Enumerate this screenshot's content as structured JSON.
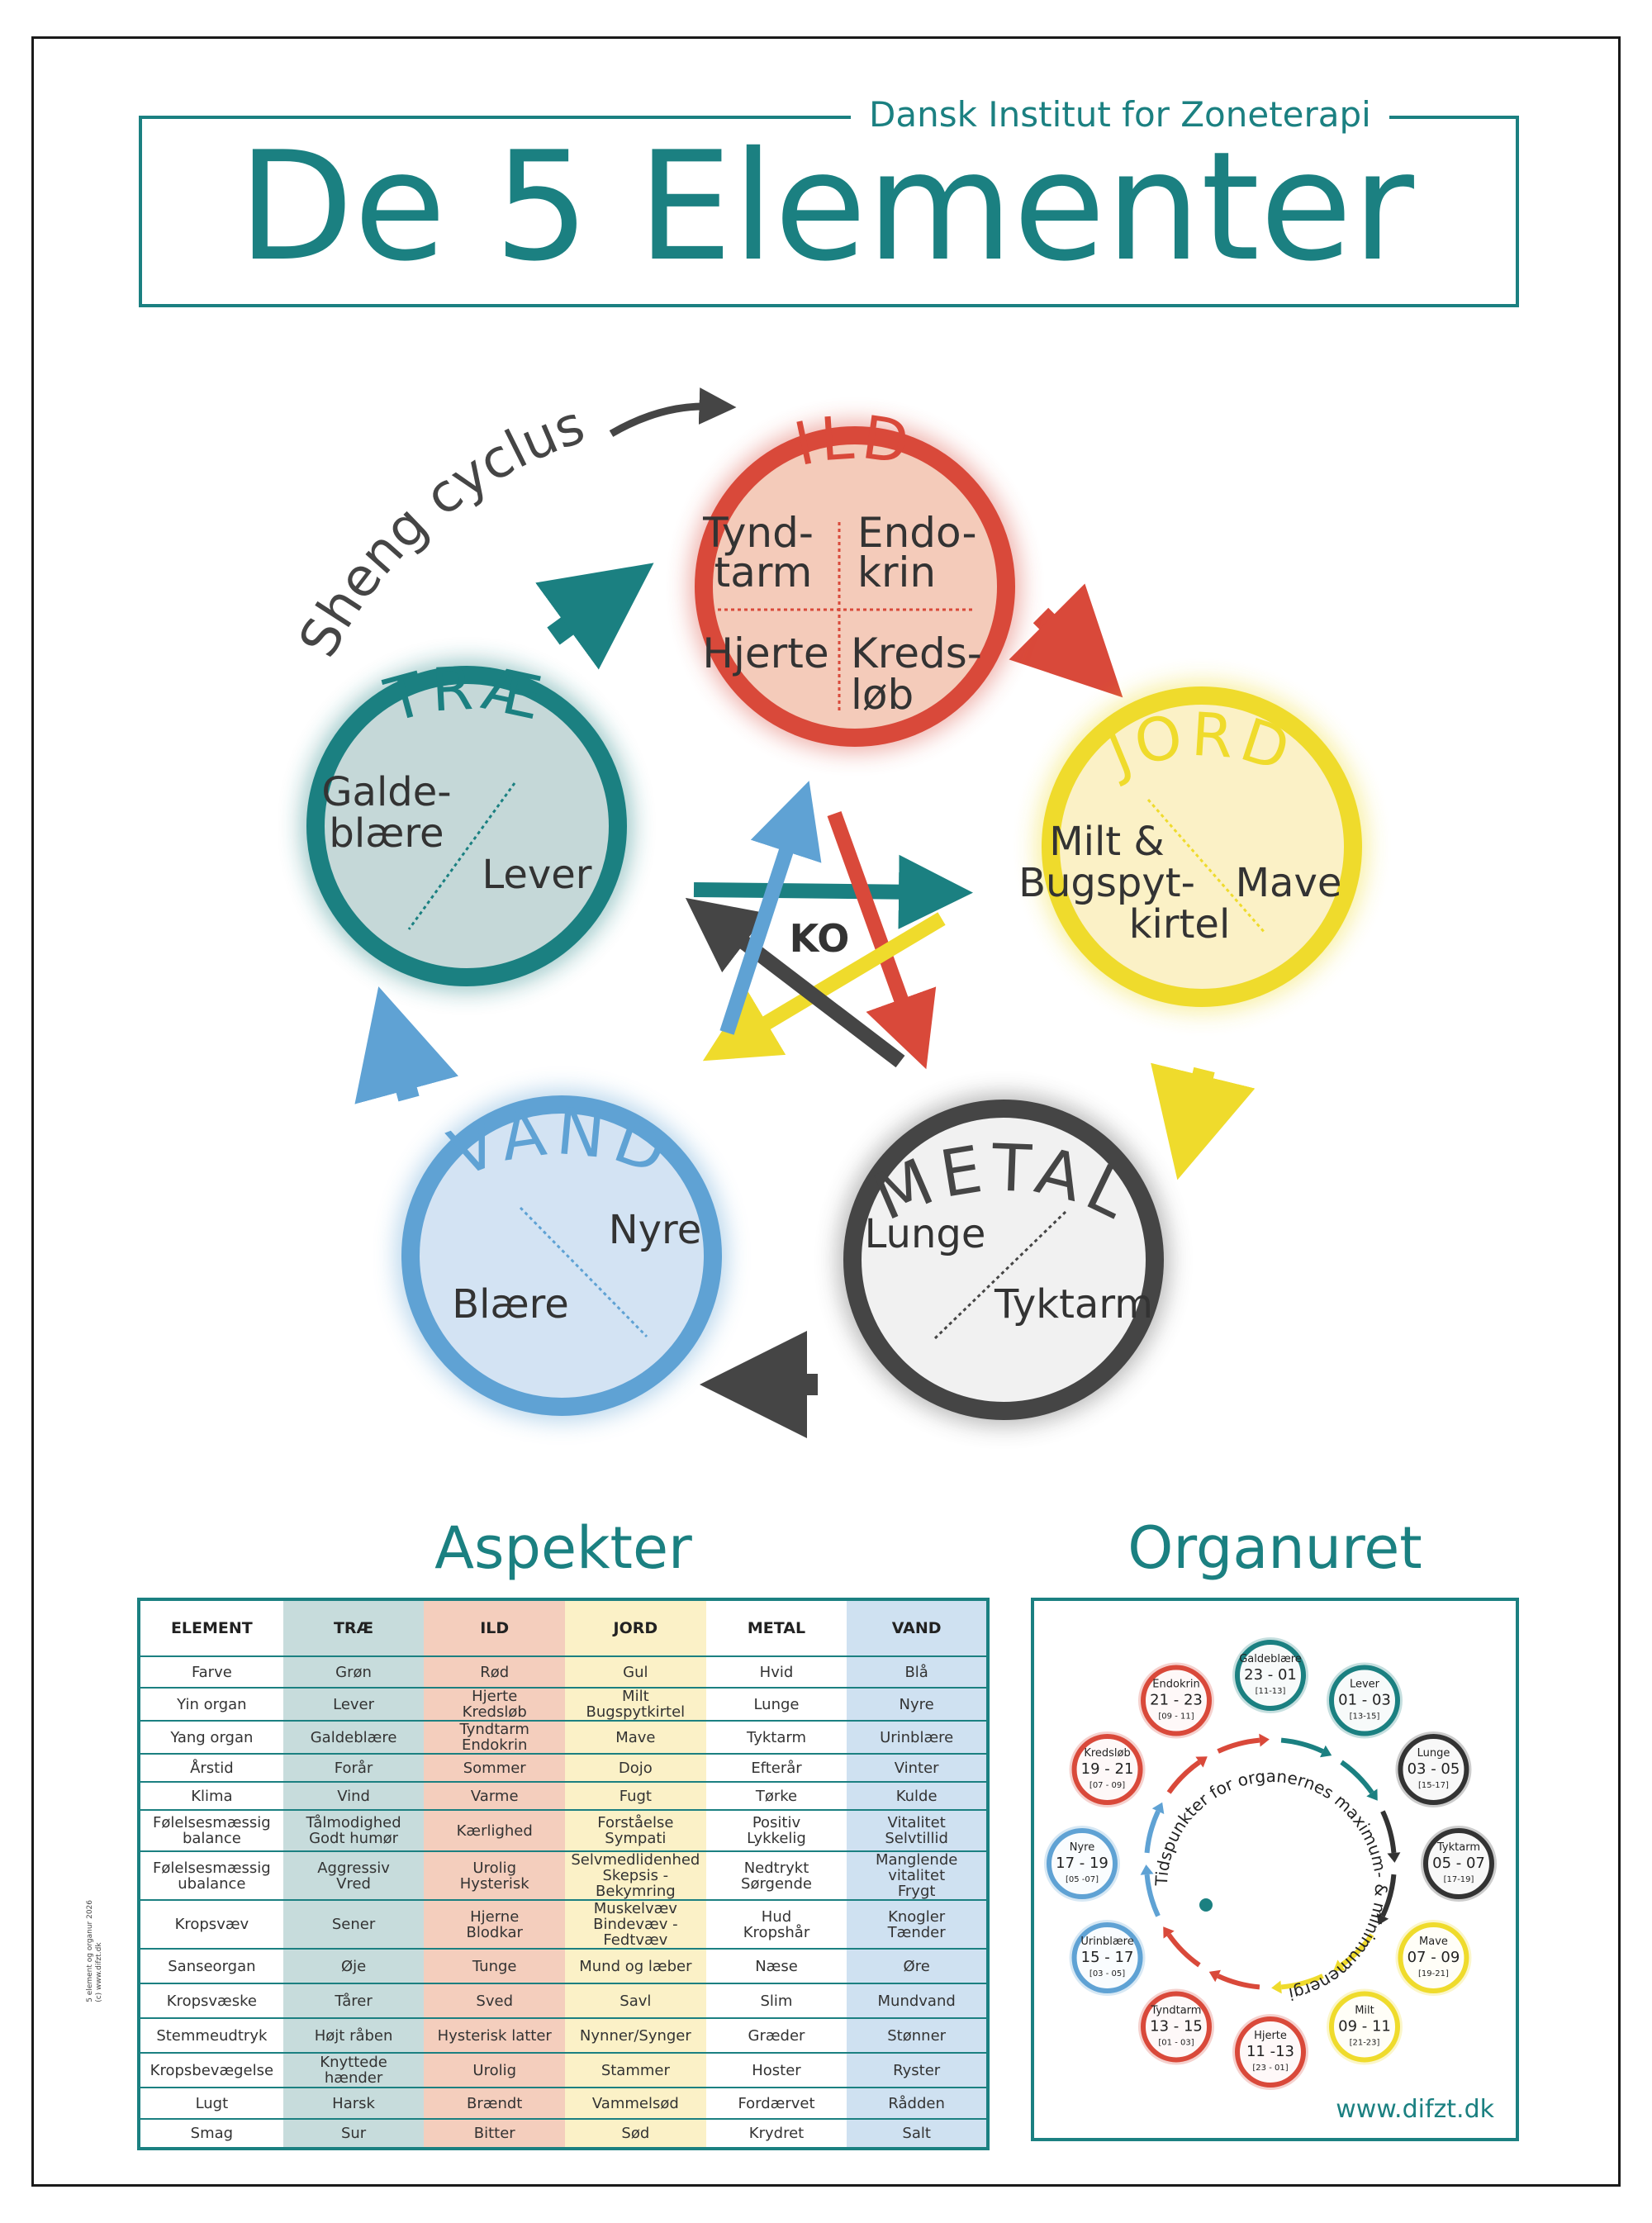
{
  "header": {
    "institute": "Dansk Institut for Zoneterapi",
    "title": "De 5 Elementer"
  },
  "diagram": {
    "sheng_label": "Sheng cyclus",
    "ko_label": "KO",
    "colors": {
      "trae": "#1b8081",
      "ild": "#d9493a",
      "jord": "#efdb2c",
      "metal": "#454545",
      "vand": "#5fa2d4"
    },
    "elements": {
      "ild": {
        "name": "ILD",
        "q1a": "Tynd-",
        "q1b": "tarm",
        "q2a": "Endo-",
        "q2b": "krin",
        "q3": "Hjerte",
        "q4a": "Kreds-",
        "q4b": "løb"
      },
      "jord": {
        "name": "JORD",
        "l1": "Milt &",
        "l2": "Bugspyt-",
        "l3": "kirtel",
        "r": "Mave"
      },
      "trae": {
        "name": "TRÆ",
        "l1": "Galde-",
        "l2": "blære",
        "r": "Lever"
      },
      "metal": {
        "name": "METAL",
        "l": "Lunge",
        "r": "Tyktarm"
      },
      "vand": {
        "name": "VAND",
        "r": "Nyre",
        "l": "Blære"
      }
    }
  },
  "aspekter": {
    "title": "Aspekter",
    "headers": [
      "ELEMENT",
      "TRÆ",
      "ILD",
      "JORD",
      "METAL",
      "VAND"
    ],
    "rows": [
      [
        "Farve",
        "Grøn",
        "Rød",
        "Gul",
        "Hvid",
        "Blå"
      ],
      [
        "Yin organ",
        "Lever",
        "Hjerte\nKredsløb",
        "Milt\nBugspytkirtel",
        "Lunge",
        "Nyre"
      ],
      [
        "Yang organ",
        "Galdeblære",
        "Tyndtarm\nEndokrin",
        "Mave",
        "Tyktarm",
        "Urinblære"
      ],
      [
        "Årstid",
        "Forår",
        "Sommer",
        "Dojo",
        "Efterår",
        "Vinter"
      ],
      [
        "Klima",
        "Vind",
        "Varme",
        "Fugt",
        "Tørke",
        "Kulde"
      ],
      [
        "Følelsesmæssig\nbalance",
        "Tålmodighed\nGodt humør",
        "Kærlighed",
        "Forståelse\nSympati",
        "Positiv\nLykkelig",
        "Vitalitet\nSelvtillid"
      ],
      [
        "Følelsesmæssig\nubalance",
        "Aggressiv\nVred",
        "Urolig\nHysterisk",
        "Selvmedlidenhed\nSkepsis - Bekymring",
        "Nedtrykt\nSørgende",
        "Manglende\nvitalitet\nFrygt"
      ],
      [
        "Kropsvæv",
        "Sener",
        "Hjerne\nBlodkar",
        "Muskelvæv\nBindevæv - Fedtvæv",
        "Hud\nKropshår",
        "Knogler\nTænder"
      ],
      [
        "Sanseorgan",
        "Øje",
        "Tunge",
        "Mund og læber",
        "Næse",
        "Øre"
      ],
      [
        "Kropsvæske",
        "Tårer",
        "Sved",
        "Savl",
        "Slim",
        "Mundvand"
      ],
      [
        "Stemmeudtryk",
        "Højt råben",
        "Hysterisk latter",
        "Nynner/Synger",
        "Græder",
        "Stønner"
      ],
      [
        "Kropsbevægelse",
        "Knyttede\nhænder",
        "Urolig",
        "Stammer",
        "Hoster",
        "Ryster"
      ],
      [
        "Lugt",
        "Harsk",
        "Brændt",
        "Vammelsød",
        "Fordærvet",
        "Rådden"
      ],
      [
        "Smag",
        "Sur",
        "Bitter",
        "Sød",
        "Krydret",
        "Salt"
      ]
    ]
  },
  "organuret": {
    "title": "Organuret",
    "center_text": "Tidspunkter for organernes maximum- & minimumenergi",
    "website": "www.difzt.dk",
    "organs": [
      {
        "name": "Galdeblære",
        "time": "23 - 01",
        "min": "[11-13]",
        "color": "#1b8081"
      },
      {
        "name": "Lever",
        "time": "01 - 03",
        "min": "[13-15]",
        "color": "#1b8081"
      },
      {
        "name": "Lunge",
        "time": "03 - 05",
        "min": "[15-17]",
        "color": "#333333"
      },
      {
        "name": "Tyktarm",
        "time": "05 - 07",
        "min": "[17-19]",
        "color": "#333333"
      },
      {
        "name": "Mave",
        "time": "07 - 09",
        "min": "[19-21]",
        "color": "#efdb2c"
      },
      {
        "name": "Milt",
        "time": "09 - 11",
        "min": "[21-23]",
        "color": "#efdb2c"
      },
      {
        "name": "Hjerte",
        "time": "11 -13",
        "min": "[23 - 01]",
        "color": "#d9493a"
      },
      {
        "name": "Tyndtarm",
        "time": "13 - 15",
        "min": "[01 - 03]",
        "color": "#d9493a"
      },
      {
        "name": "Urinblære",
        "time": "15 - 17",
        "min": "[03 - 05]",
        "color": "#5fa2d4"
      },
      {
        "name": "Nyre",
        "time": "17 - 19",
        "min": "[05 -07]",
        "color": "#5fa2d4"
      },
      {
        "name": "Kredsløb",
        "time": "19 - 21",
        "min": "[07 - 09]",
        "color": "#d9493a"
      },
      {
        "name": "Endokrin",
        "time": "21 - 23",
        "min": "[09 - 11]",
        "color": "#d9493a"
      }
    ]
  },
  "footer": {
    "copyright": "5 element og organur 2026",
    "copyright2": "(c) www.difzt.dk"
  }
}
